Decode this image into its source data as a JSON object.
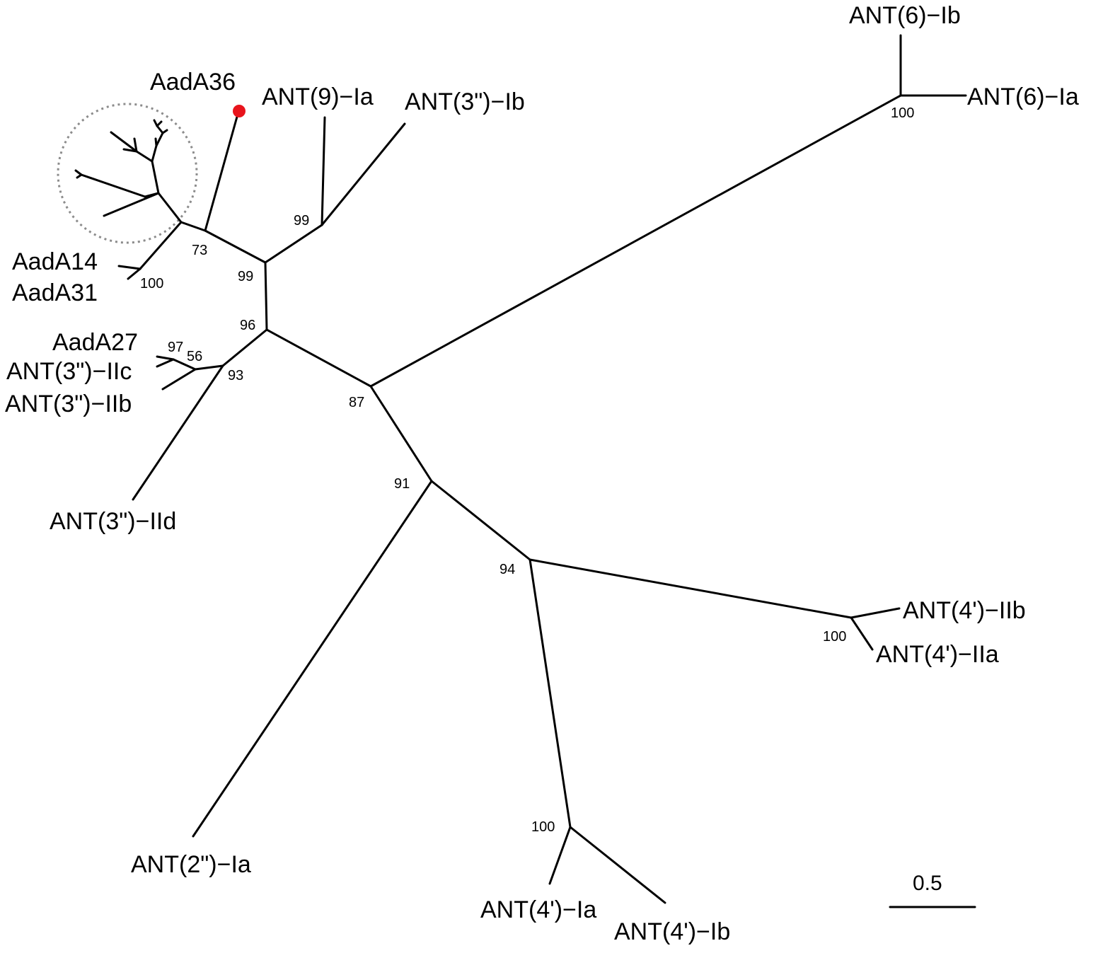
{
  "tree": {
    "type": "unrooted-phylogenetic-tree",
    "highlight_color": "#e8141c",
    "leaf_labels": {
      "ant6_ib": "ANT(6)−Ib",
      "ant6_ia": "ANT(6)−Ia",
      "aada36": "AadA36",
      "ant9_ia": "ANT(9)−Ia",
      "ant3_ib": "ANT(3\")−Ib",
      "aada14": "AadA14",
      "aada31": "AadA31",
      "aada27": "AadA27",
      "ant3_iic": "ANT(3\")−IIc",
      "ant3_iib": "ANT(3\")−IIb",
      "ant3_iid": "ANT(3\")−IId",
      "ant4p_iib": "ANT(4')−IIb",
      "ant4p_iia": "ANT(4')−IIa",
      "ant2_ia": "ANT(2\")−Ia",
      "ant4p_ia": "ANT(4')−Ia",
      "ant4p_ib": "ANT(4')−Ib"
    },
    "bootstrap": {
      "b_ant6": "100",
      "b_73": "73",
      "b_ant9": "99",
      "b_ant3ib": "99",
      "b_aada14": "100",
      "b_96": "96",
      "b_97": "97",
      "b_56": "56",
      "b_93": "93",
      "b_87": "87",
      "b_91": "91",
      "b_94": "94",
      "b_ant4pii": "100",
      "b_ant4pi": "100"
    },
    "scale_bar": {
      "label": "0.5",
      "length": 0.5
    }
  }
}
